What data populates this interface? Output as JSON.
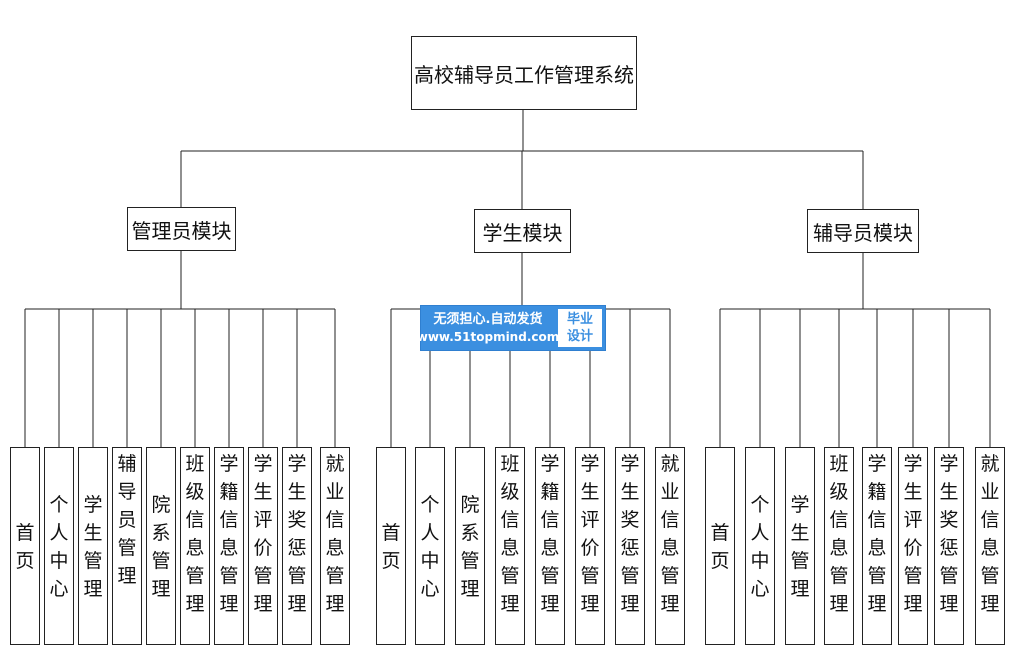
{
  "diagram": {
    "root": {
      "label": "高校辅导员工作管理系统"
    },
    "modules": [
      {
        "label": "管理员模块",
        "children": [
          "首页",
          "个人中心",
          "学生管理",
          "辅导员管理",
          "院系管理",
          "班级信息管理",
          "学籍信息管理",
          "学生评价管理",
          "学生奖惩管理",
          "就业信息管理"
        ]
      },
      {
        "label": "学生模块",
        "children": [
          "首页",
          "个人中心",
          "院系管理",
          "班级信息管理",
          "学籍信息管理",
          "学生评价管理",
          "学生奖惩管理",
          "就业信息管理"
        ]
      },
      {
        "label": "辅导员模块",
        "children": [
          "首页",
          "个人中心",
          "学生管理",
          "班级信息管理",
          "学籍信息管理",
          "学生评价管理",
          "学生奖惩管理",
          "就业信息管理"
        ]
      }
    ]
  },
  "watermark": {
    "line1": "无须担心.自动发货",
    "line2": "www.51topmind.com",
    "tag_line1": "毕业",
    "tag_line2": "设计"
  }
}
